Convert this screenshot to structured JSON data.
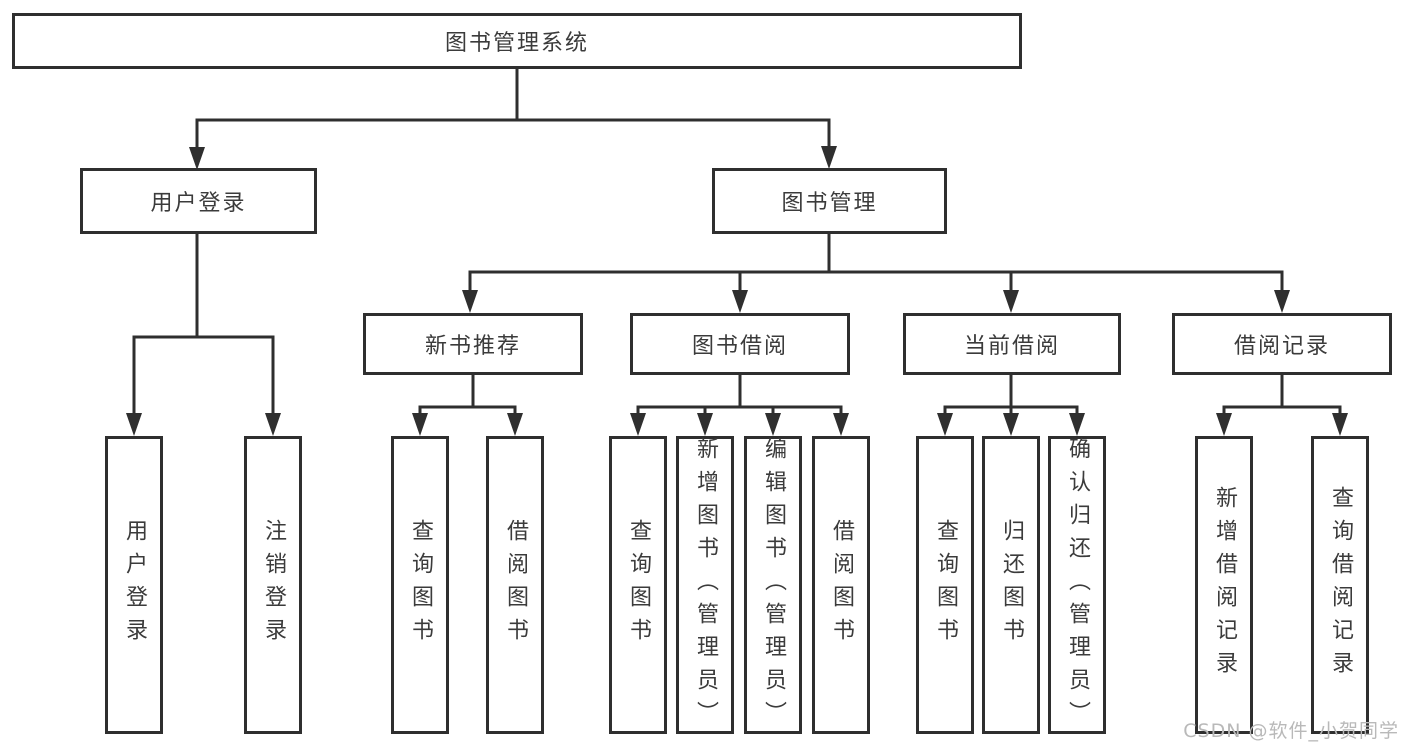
{
  "tree": {
    "label": "图书管理系统",
    "children": [
      {
        "label": "用户登录",
        "children": [
          {
            "label": "用户登录"
          },
          {
            "label": "注销登录"
          }
        ]
      },
      {
        "label": "图书管理",
        "children": [
          {
            "label": "新书推荐",
            "children": [
              {
                "label": "查询图书"
              },
              {
                "label": "借阅图书"
              }
            ]
          },
          {
            "label": "图书借阅",
            "children": [
              {
                "label": "查询图书"
              },
              {
                "label": "新增图书（管理员）"
              },
              {
                "label": "编辑图书（管理员）"
              },
              {
                "label": "借阅图书"
              }
            ]
          },
          {
            "label": "当前借阅",
            "children": [
              {
                "label": "查询图书"
              },
              {
                "label": "归还图书"
              },
              {
                "label": "确认归还（管理员）"
              }
            ]
          },
          {
            "label": "借阅记录",
            "children": [
              {
                "label": "新增借阅记录"
              },
              {
                "label": "查询借阅记录"
              }
            ]
          }
        ]
      }
    ]
  },
  "watermark": {
    "text": "CSDN @软件_小贺同学",
    "color": "#b9b9b9"
  },
  "colors": {
    "line": "#2f2f2f",
    "box_border": "#2f2f2f",
    "box_fill": "#ffffff",
    "text": "#3b3b3b"
  }
}
